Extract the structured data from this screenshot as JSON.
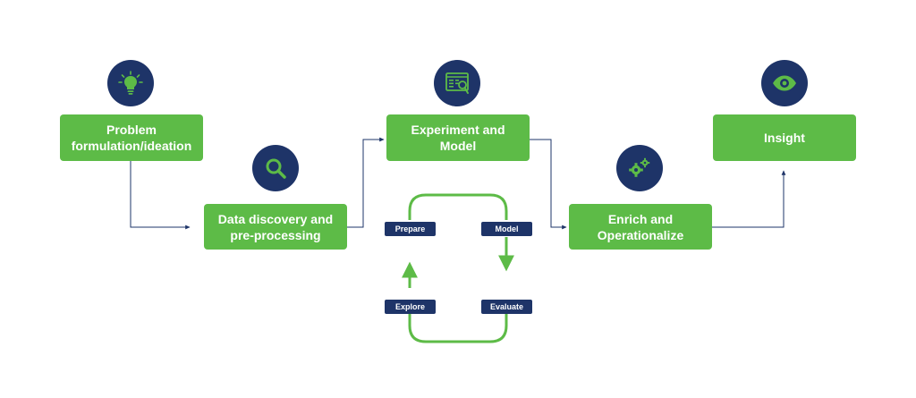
{
  "colors": {
    "green": "#5dbb47",
    "navy": "#1e3468",
    "connector": "#1e3468",
    "cycle": "#5dbb47"
  },
  "steps": [
    {
      "label": "Problem formulation/ideation",
      "icon": "lightbulb-icon"
    },
    {
      "label": "Data discovery and pre-processing",
      "icon": "search-icon"
    },
    {
      "label": "Experiment and Model",
      "icon": "model-dashboard-icon"
    },
    {
      "label": "Enrich and Operationalize",
      "icon": "gears-icon"
    },
    {
      "label": "Insight",
      "icon": "eye-icon"
    }
  ],
  "cycle": {
    "stages": [
      "Prepare",
      "Model",
      "Evaluate",
      "Explore"
    ]
  }
}
